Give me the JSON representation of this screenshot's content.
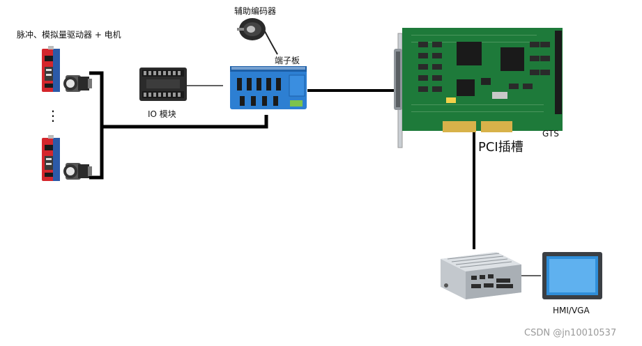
{
  "labels": {
    "drives_motors": "脉冲、模拟量驱动器 + 电机",
    "ellipsis": "⋮",
    "io_module": "IO 模块",
    "encoder": "辅助编码器",
    "terminal_board": "端子板",
    "gts": "GTS",
    "pci_slot": "PCI插槽",
    "hmi": "HMI/VGA"
  },
  "watermark": "CSDN @jn10010537",
  "colors": {
    "drive_red": "#d4262c",
    "drive_blue": "#2c5aa8",
    "terminal_blue": "#2d7fd2",
    "pcb_green": "#1e7a3a",
    "gold": "#d8b24a",
    "metal": "#c9ced3",
    "monitor_blue": "#2f8ed9",
    "line": "#000000"
  }
}
